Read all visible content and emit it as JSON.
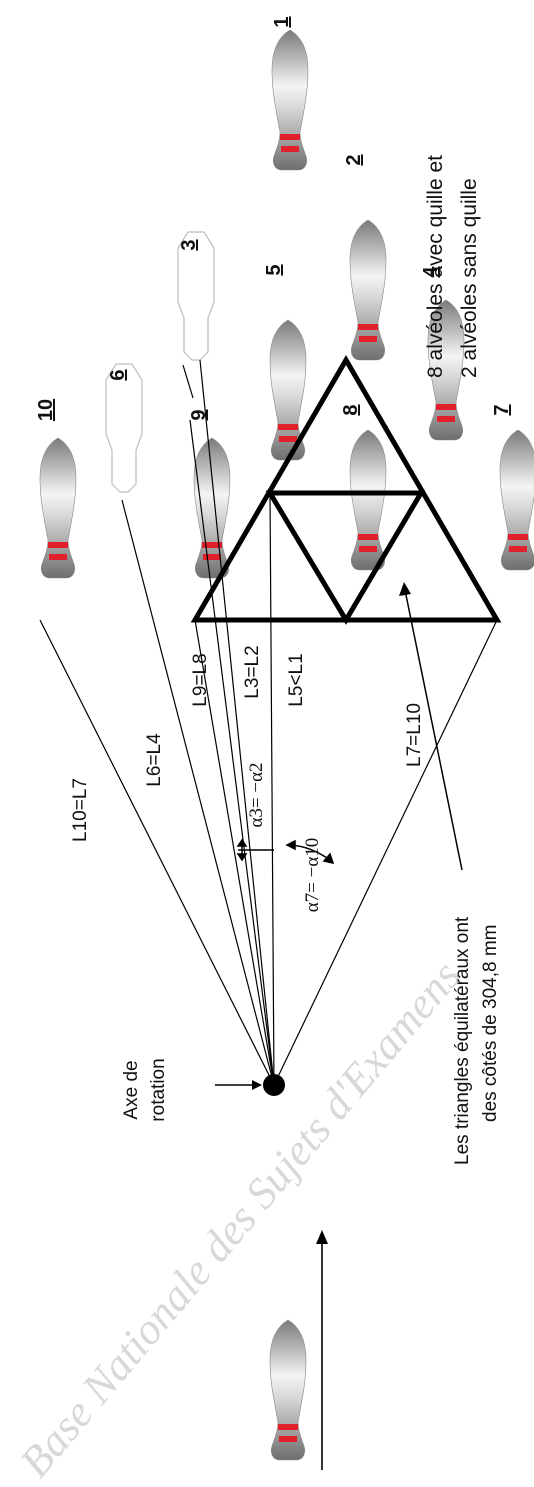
{
  "watermark": "Base Nationale des Sujets d'Examens",
  "header_note": [
    "8 alvéoles avec quille et",
    "2 alvéoles sans quille"
  ],
  "pin_numbers": {
    "p1": "1",
    "p2": "2",
    "p3": "3",
    "p4": "4",
    "p5": "5",
    "p6": "6",
    "p7": "7",
    "p8": "8",
    "p9": "9",
    "p10": "10"
  },
  "line_labels": {
    "l10_l7": "L10=L7",
    "l6_l4": "L6=L4",
    "l9_l8": "L9=L8",
    "l3_l2": "L3=L2",
    "l5_l1": "L5<L1",
    "l7_l10": "L7=L10"
  },
  "angle_labels": {
    "a3": "α3= −α2",
    "a7": "α7= −α10"
  },
  "axis_label": [
    "Axe de",
    "rotation"
  ],
  "triangle_note": [
    "Les triangles équilatéraux ont",
    "des côtés de 304,8 mm"
  ],
  "colors": {
    "stripe": "#e0202a",
    "pin_body": "#a9a9a9",
    "ink": "#000000"
  }
}
